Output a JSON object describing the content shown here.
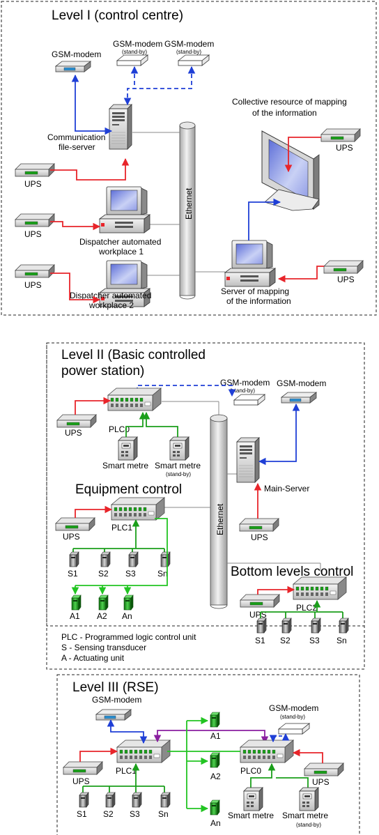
{
  "level1": {
    "title": "Level I (control centre)",
    "gsm_modem": "GSM-modem",
    "gsm_modem_sb1": "GSM-modem",
    "gsm_modem_sb2": "GSM-modem",
    "standby": "(stand-by)",
    "collective_1": "Collective resource of mapping",
    "collective_2": "of the information",
    "comm_1": "Communication",
    "comm_2": "file-server",
    "ups": "UPS",
    "ethernet": "Ethernet",
    "disp1_1": "Dispatcher automated",
    "disp1_2": "workplace 1",
    "disp2_1": "Dispatcher automated",
    "disp2_2": "workplace 2",
    "server_1": "Server of mapping",
    "server_2": "of the information"
  },
  "level2": {
    "title_1": "Level II (Basic controlled",
    "title_2": "power station)",
    "gsm_modem_sb": "GSM-modem",
    "standby": "(stand-by)",
    "gsm_modem": "GSM-modem",
    "ups": "UPS",
    "plc0": "PLC0",
    "smart_metre": "Smart metre",
    "smart_metre_sb": "Smart metre",
    "main_server": "Main-Server",
    "equipment_control": "Equipment control",
    "plc1": "PLC1",
    "ethernet": "Ethernet",
    "sensors": [
      "S1",
      "S2",
      "S3",
      "Sn"
    ],
    "actuators": [
      "A1",
      "A2",
      "An"
    ],
    "bottom_levels": "Bottom levels control",
    "plc2": "PLC2",
    "sensors2": [
      "S1",
      "S2",
      "S3",
      "Sn"
    ],
    "legend": [
      "PLC - Programmed logic control unit",
      "S - Sensing transducer",
      "A - Actuating unit"
    ]
  },
  "level3": {
    "title": "Level III (RSE)",
    "gsm_modem": "GSM-modem",
    "gsm_modem_sb": "GSM-modem",
    "standby": "(stand-by)",
    "ups": "UPS",
    "plc1": "PLC1",
    "plc0": "PLC0",
    "actuators": [
      "A1",
      "A2",
      "An"
    ],
    "sensors": [
      "S1",
      "S2",
      "S3",
      "Sn"
    ],
    "smart_metre": "Smart metre",
    "smart_metre_sb": "Smart metre"
  },
  "colors": {
    "power": "#e8242a",
    "comm": "#1f3fd6",
    "field": "#1a9e1a",
    "actuator": "#22c422",
    "link": "#8a1fa0"
  }
}
